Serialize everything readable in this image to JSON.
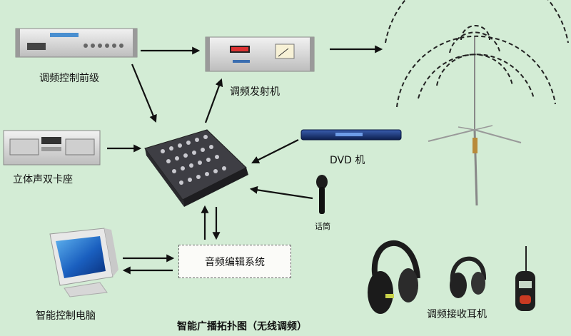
{
  "labels": {
    "fm_pre": "调频控制前级",
    "fm_tx": "调频发射机",
    "cassette": "立体声双卡座",
    "dvd": "DVD 机",
    "mic": "话筒",
    "editor": "音频编辑系统",
    "pc": "智能控制电脑",
    "receivers": "调频接收耳机",
    "caption": "智能广播拓扑图（无线调频）"
  },
  "icons": [
    "rack-unit-icon",
    "transmitter-icon",
    "cassette-deck-icon",
    "mixer-icon",
    "dvd-player-icon",
    "microphone-icon",
    "crt-monitor-icon",
    "antenna-icon",
    "headphones-icon",
    "radio-receiver-icon"
  ],
  "colors": {
    "background": "#d3ecd5",
    "arrow": "#111111"
  }
}
